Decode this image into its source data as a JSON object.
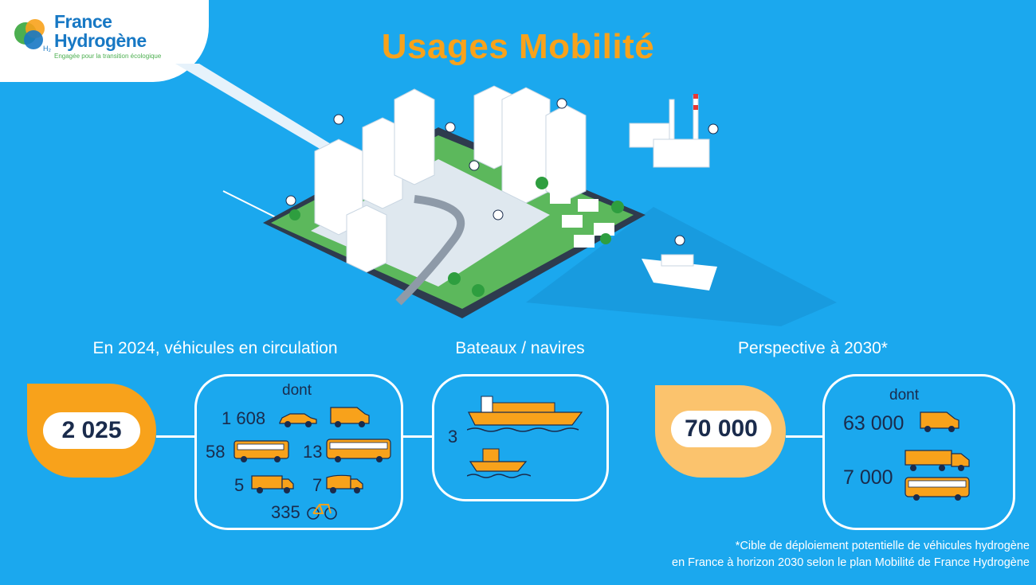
{
  "logo": {
    "line1": "France",
    "line2": "Hydrogène",
    "tagline": "Engagée pour la transition écologique"
  },
  "title": "Usages Mobilité",
  "vehicles_2024": {
    "label": "En 2024, véhicules en circulation",
    "total": "2 025",
    "dont": "dont",
    "cars": "1 608",
    "buses": "58",
    "coaches": "13",
    "trucks": "5",
    "garbage_trucks": "7",
    "bikes": "335"
  },
  "boats": {
    "label": "Bateaux / navires",
    "count": "3"
  },
  "perspective_2030": {
    "label": "Perspective à 2030*",
    "total": "70 000",
    "dont": "dont",
    "vans": "63 000",
    "heavy": "7 000"
  },
  "footnote": {
    "line1": "*Cible de déploiement potentielle de véhicules hydrogène",
    "line2": "en France à horizon 2030 selon le plan Mobilité de France Hydrogène"
  },
  "colors": {
    "background": "#1ba8ee",
    "accent_orange": "#f8a21b",
    "light_orange": "#fbc36d",
    "text_dark": "#1a2b4c"
  }
}
